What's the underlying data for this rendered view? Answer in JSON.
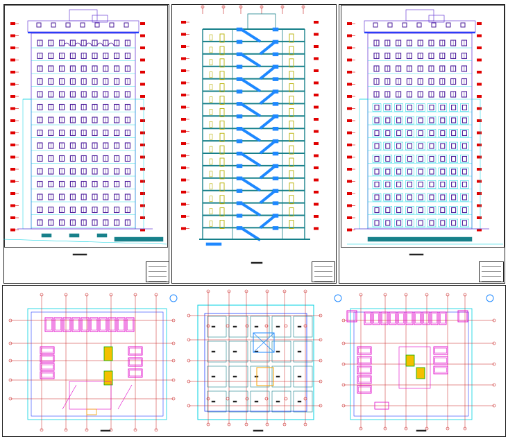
{
  "colors": {
    "facade_outline": "#6c3fd6",
    "window": "#4a1a9a",
    "blue_band": "#1f3cff",
    "cyan": "#00d0e0",
    "red_tag": "#e00000",
    "stair_blue": "#1e88ff",
    "slab_teal": "#17808a",
    "column_olive": "#b8b000",
    "parking_magenta": "#e000c8",
    "grid_red": "#c81e1e",
    "yellow_dim": "#e8d800",
    "green": "#00b000"
  },
  "icons": {
    "north_arrow": "north-arrow-icon",
    "level_tag": "level-tag-icon"
  },
  "drawing": {
    "sheets": [
      {
        "id": "elevation-front",
        "kind": "elevation"
      },
      {
        "id": "section",
        "kind": "section"
      },
      {
        "id": "elevation-rear",
        "kind": "elevation"
      },
      {
        "id": "plan-parking",
        "kind": "plan"
      },
      {
        "id": "plan-typical",
        "kind": "plan"
      },
      {
        "id": "plan-ground",
        "kind": "plan"
      }
    ]
  }
}
